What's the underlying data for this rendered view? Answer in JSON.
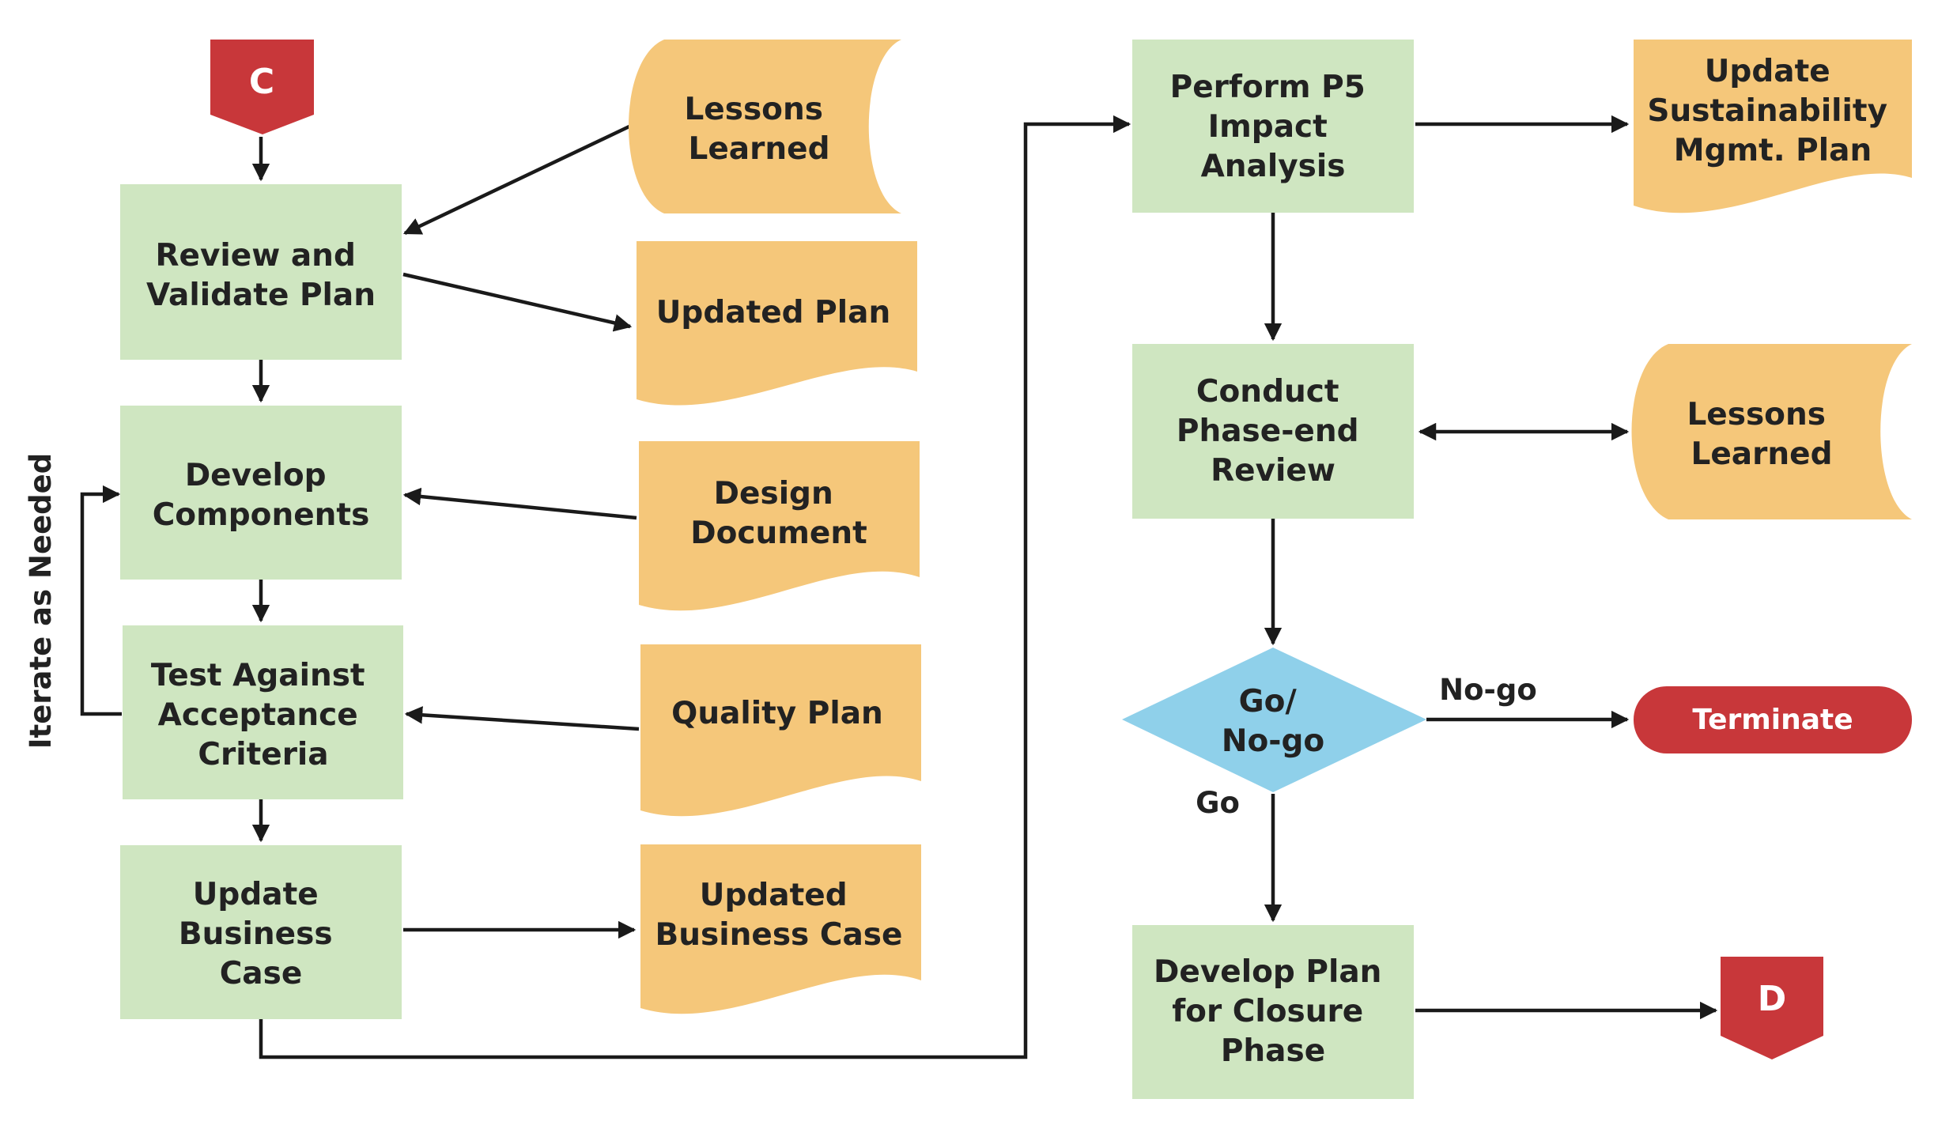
{
  "colors": {
    "process": "#cfe6c1",
    "document": "#f5c77a",
    "decision": "#8fd0ea",
    "connector": "#c8373a",
    "terminate": "#c8373a"
  },
  "connectors": {
    "start": "C",
    "end": "D"
  },
  "side_label": "Iterate as Needed",
  "processes": {
    "review": [
      "Review and",
      "Validate Plan"
    ],
    "develop": [
      "Develop",
      "Components"
    ],
    "test": [
      "Test Against",
      "Acceptance",
      "Criteria"
    ],
    "update_bc": [
      "Update",
      "Business",
      "Case"
    ],
    "perform": [
      "Perform P5",
      "Impact",
      "Analysis"
    ],
    "conduct": [
      "Conduct",
      "Phase-end",
      "Review"
    ],
    "closure": [
      "Develop Plan",
      "for Closure",
      "Phase"
    ]
  },
  "documents": {
    "lessons_left": [
      "Lessons",
      "Learned"
    ],
    "updated_plan": [
      "Updated Plan"
    ],
    "design_doc": [
      "Design",
      "Document"
    ],
    "quality_plan": [
      "Quality Plan"
    ],
    "updated_bc": [
      "Updated",
      "Business Case"
    ],
    "sustainability": [
      "Update",
      "Sustainability",
      "Mgmt. Plan"
    ],
    "lessons_right": [
      "Lessons",
      "Learned"
    ]
  },
  "decision": {
    "text": [
      "Go/",
      "No-go"
    ],
    "go_label": "Go",
    "nogo_label": "No-go"
  },
  "terminate": "Terminate"
}
